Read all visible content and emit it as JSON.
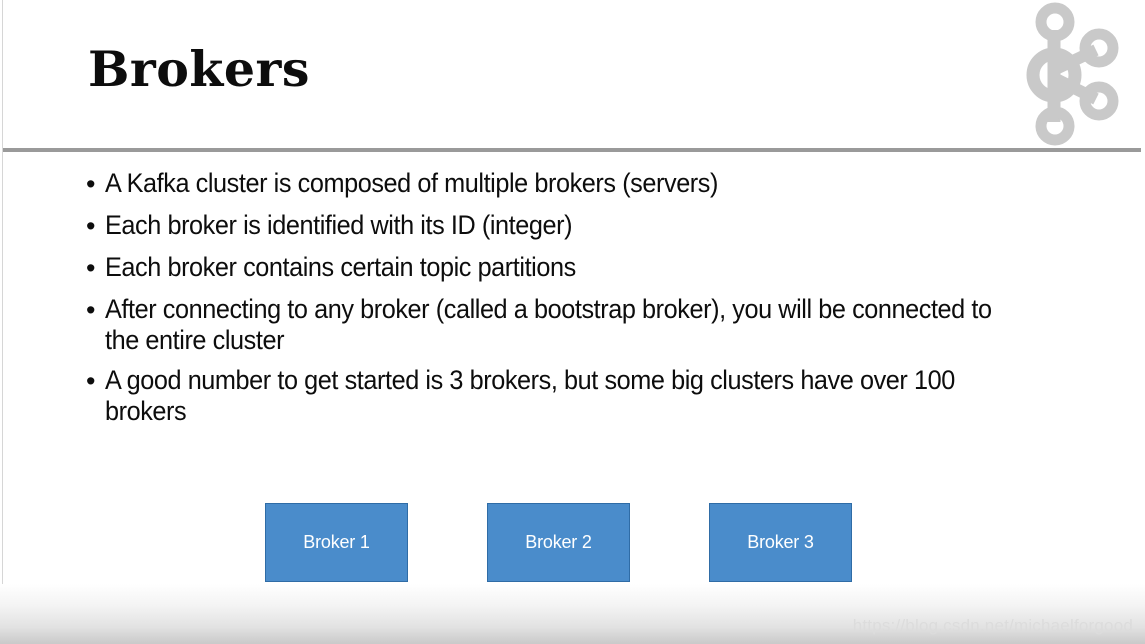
{
  "slide": {
    "title": "Brokers",
    "logo_icon": "kafka-logo-icon",
    "accent_color": "#4a8ccb",
    "accent_border_color": "#2f6ca6",
    "rule_color": "#9a9a9a",
    "logo_color": "#c9c9c9",
    "text_color": "#0d0d0d"
  },
  "bullets": [
    {
      "marker": "•",
      "text": "A Kafka cluster is composed of multiple brokers (servers)"
    },
    {
      "marker": "•",
      "text": "Each broker is identified with its ID (integer)"
    },
    {
      "marker": "•",
      "text": "Each broker contains certain topic partitions"
    },
    {
      "marker": "•",
      "text": "After connecting to any broker (called a bootstrap broker), you will be connected to the entire cluster"
    },
    {
      "marker": "•",
      "text": "A good number to get started is 3 brokers, but some big clusters have over 100 brokers"
    }
  ],
  "brokers": [
    {
      "label": "Broker 1"
    },
    {
      "label": "Broker 2"
    },
    {
      "label": "Broker 3"
    }
  ],
  "watermark": {
    "text": "https://blog.csdn.net/michaelforgood"
  }
}
